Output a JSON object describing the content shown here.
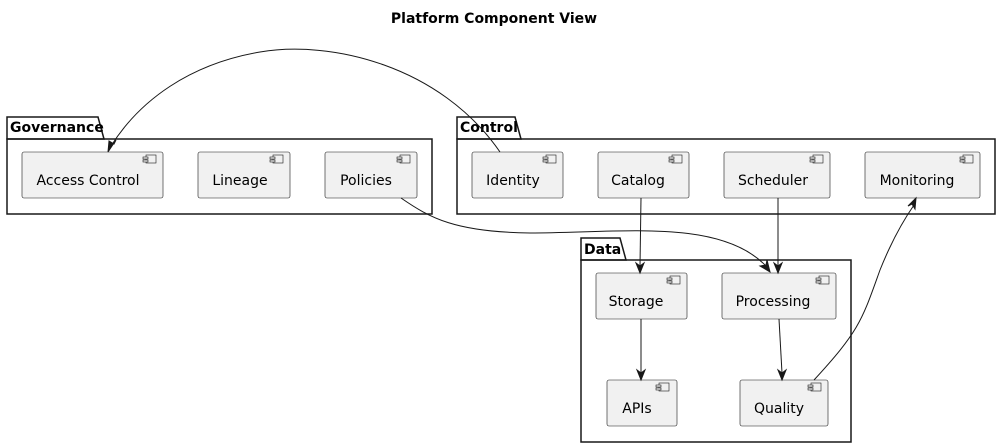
{
  "diagram": {
    "title": "Platform Component View",
    "packages": {
      "governance": "Governance",
      "control": "Control",
      "data": "Data"
    },
    "components": {
      "access_control": "Access Control",
      "lineage": "Lineage",
      "policies": "Policies",
      "identity": "Identity",
      "catalog": "Catalog",
      "scheduler": "Scheduler",
      "monitoring": "Monitoring",
      "storage": "Storage",
      "processing": "Processing",
      "apis": "APIs",
      "quality": "Quality"
    },
    "edges": [
      {
        "from": "Identity",
        "to": "Access Control"
      },
      {
        "from": "Policies",
        "to": "Processing"
      },
      {
        "from": "Catalog",
        "to": "Storage"
      },
      {
        "from": "Scheduler",
        "to": "Processing"
      },
      {
        "from": "Storage",
        "to": "APIs"
      },
      {
        "from": "Processing",
        "to": "Quality"
      },
      {
        "from": "Quality",
        "to": "Monitoring"
      }
    ],
    "colors": {
      "component_fill": "#f1f1f1",
      "stroke": "#181818",
      "background": "#ffffff"
    }
  }
}
